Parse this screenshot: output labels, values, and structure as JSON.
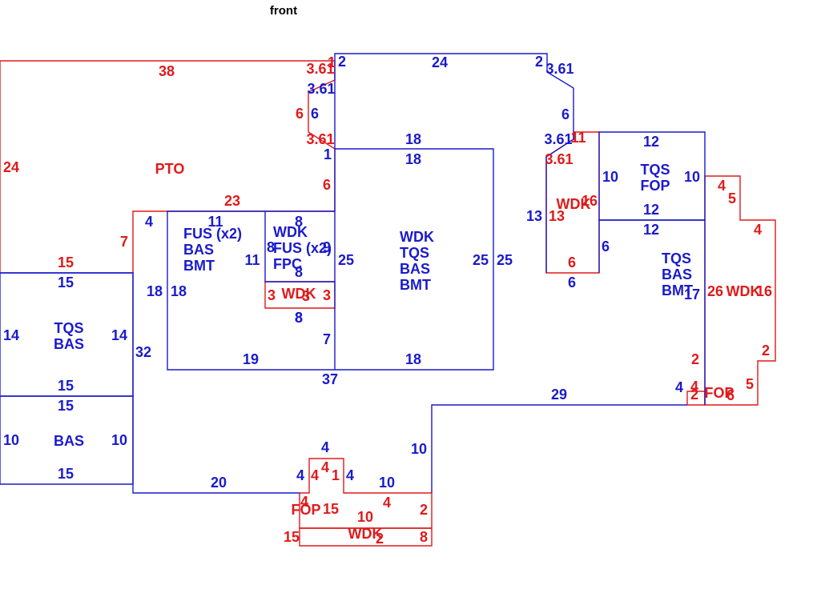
{
  "title": "front",
  "colors": {
    "blue": "#1a1acc",
    "red": "#e01a1a",
    "text": "#000000",
    "background": "#ffffff"
  },
  "red_labels": [
    "38",
    "3.61",
    "1",
    "6",
    "3.61",
    "24",
    "PTO",
    "23",
    "6",
    "7",
    "15",
    "3",
    "3",
    "11",
    "3.61",
    "WDK",
    "16",
    "13",
    "6",
    "4",
    "5",
    "4",
    "26",
    "WDK",
    "16",
    "2",
    "2",
    "4",
    "2",
    "FOP",
    "5",
    "6",
    "4",
    "4",
    "1",
    "4",
    "FOP",
    "15",
    "10",
    "4",
    "2",
    "15",
    "WDK",
    "2",
    "8",
    "WDK",
    "3"
  ],
  "blue_labels": [
    "2",
    "24",
    "2",
    "3.61",
    "3.61",
    "6",
    "6",
    "1",
    "3.61",
    "18",
    "18",
    "12",
    "TQS",
    "FOP",
    "10",
    "10",
    "12",
    "12",
    "4",
    "11",
    "8",
    "FUS (x2)",
    "BAS",
    "BMT",
    "WDK",
    "FUS (x2)",
    "FPC",
    "8",
    "9",
    "11",
    "8",
    "25",
    "WDK",
    "TQS",
    "BAS",
    "BMT",
    "25",
    "25",
    "13",
    "6",
    "TQS",
    "BAS",
    "BMT",
    "17",
    "6",
    "15",
    "18",
    "18",
    "8",
    "TQS",
    "BAS",
    "14",
    "14",
    "32",
    "8",
    "7",
    "19",
    "18",
    "37",
    "15",
    "15",
    "29",
    "4",
    "BAS",
    "10",
    "10",
    "15",
    "4",
    "10",
    "20",
    "4",
    "4",
    "10"
  ]
}
